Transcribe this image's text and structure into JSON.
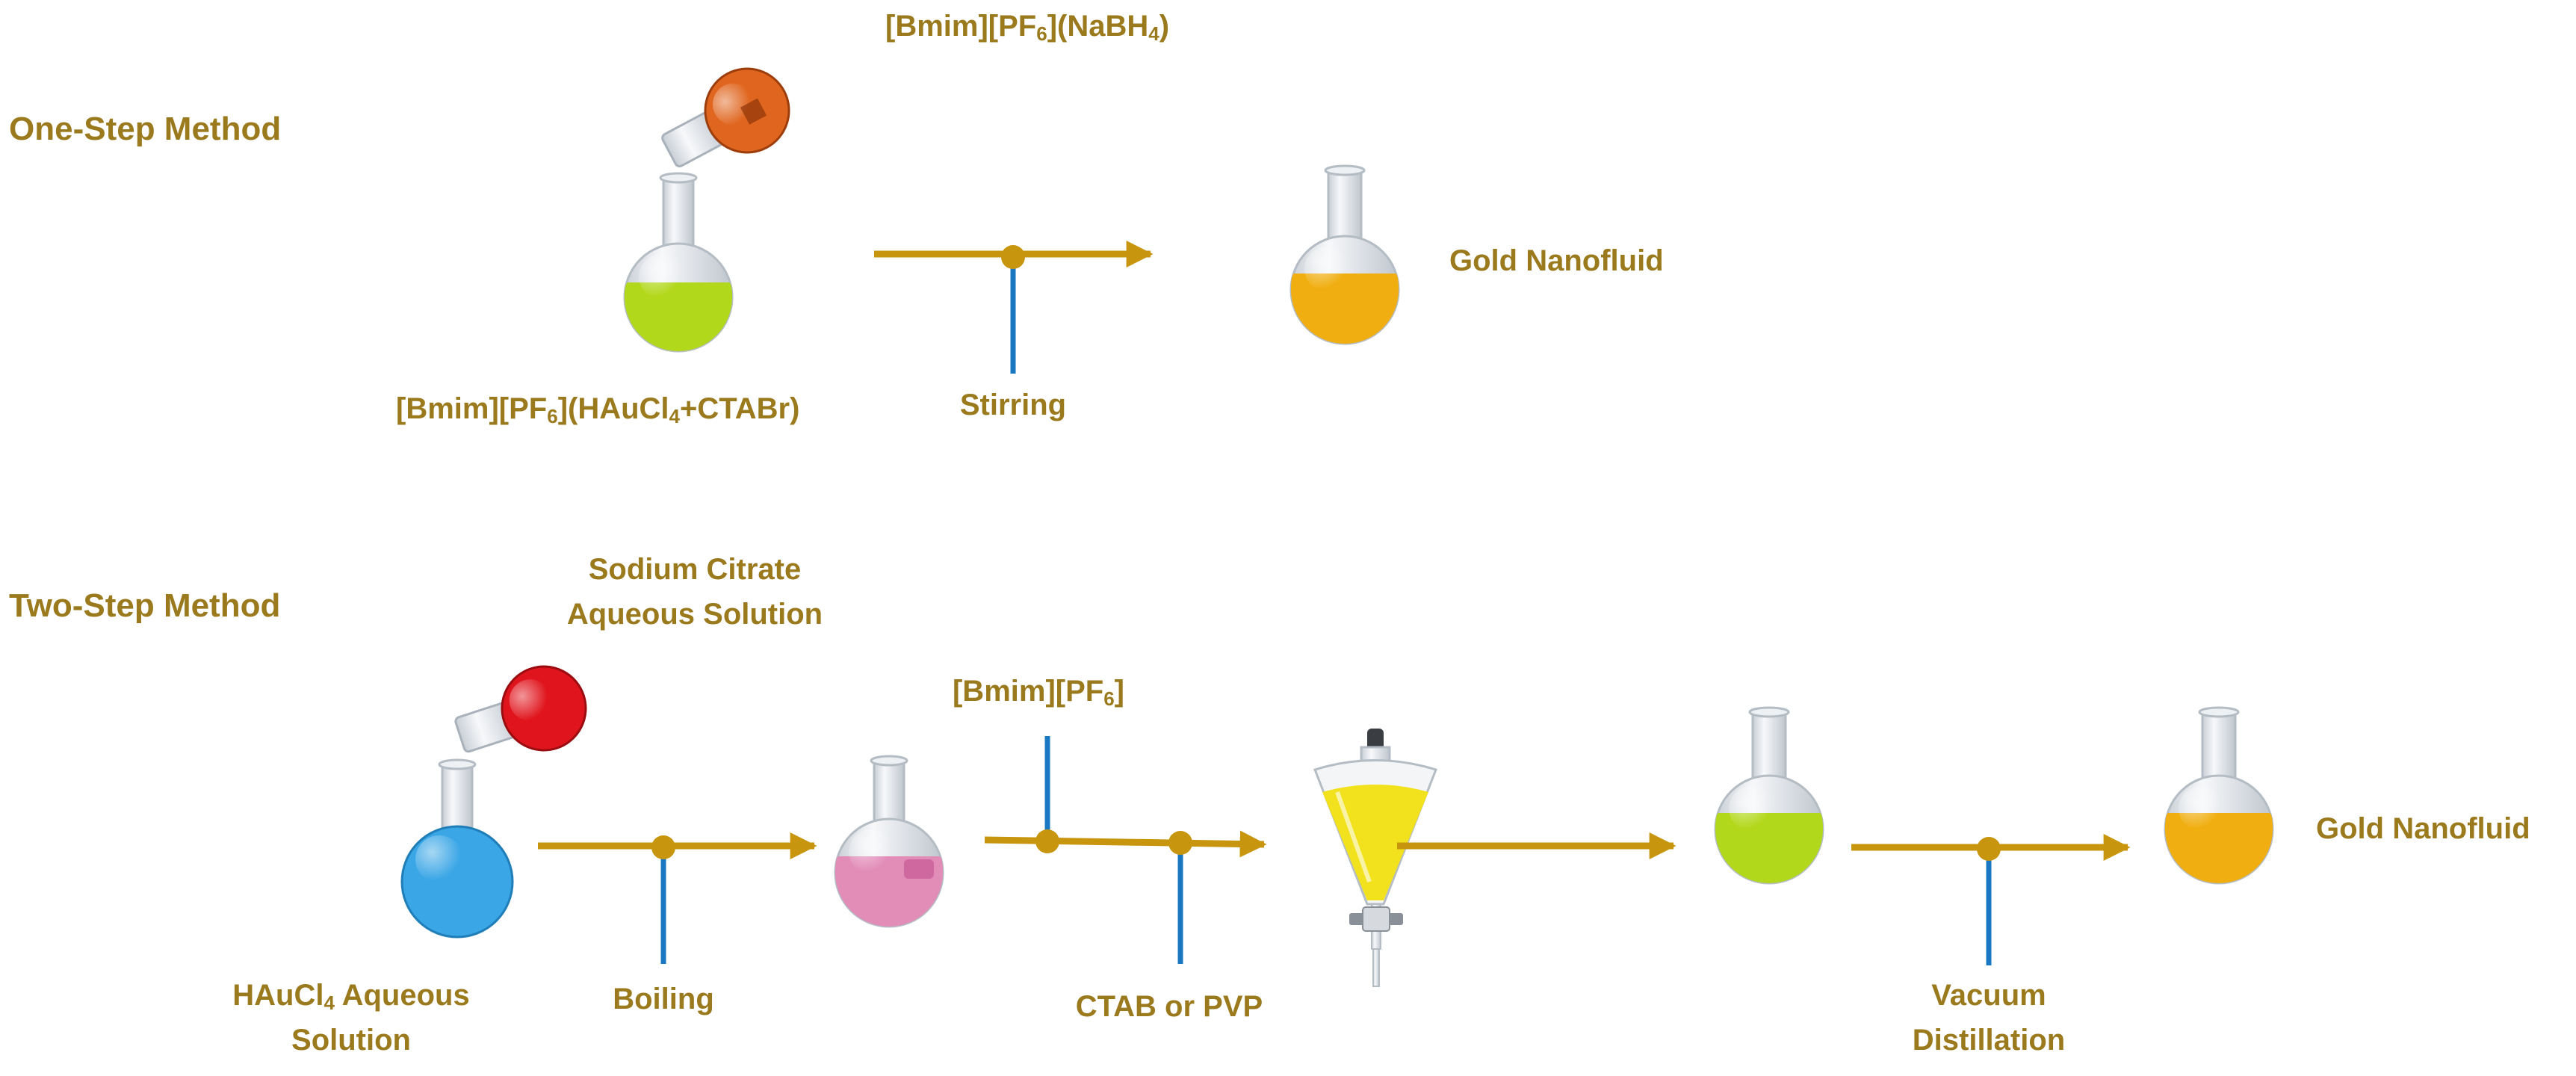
{
  "colors": {
    "text": "#9b7a1e",
    "arrow": "#c8960e",
    "stem": "#1a78c2",
    "glass": "#dfe4ea",
    "yellow_green": "#b2d81c",
    "amber": "#f0ae10",
    "blue": "#3aa6e6",
    "pink": "#e28cb8",
    "orange": "#e0651e",
    "red": "#e0141c"
  },
  "one_step": {
    "title": "One-Step Method",
    "reagent_top": [
      "[Bmim][PF",
      "6",
      "](NaBH",
      "4",
      ")"
    ],
    "reagent_bottom": [
      "[Bmim][PF",
      "6",
      "](HAuCl",
      "4",
      "+CTABr)"
    ],
    "step": "Stirring",
    "product": "Gold Nanofluid"
  },
  "two_step": {
    "title": "Two-Step Method",
    "reagent_top": [
      "Sodium Citrate",
      "Aqueous Solution"
    ],
    "start_solution": [
      "HAuCl",
      "4",
      " Aqueous",
      "Solution"
    ],
    "step1": "Boiling",
    "ionic_liquid": [
      "[Bmim][PF",
      "6",
      "]"
    ],
    "surfactant": "CTAB or PVP",
    "step3": [
      "Vacuum",
      "Distillation"
    ],
    "product": "Gold Nanofluid"
  }
}
